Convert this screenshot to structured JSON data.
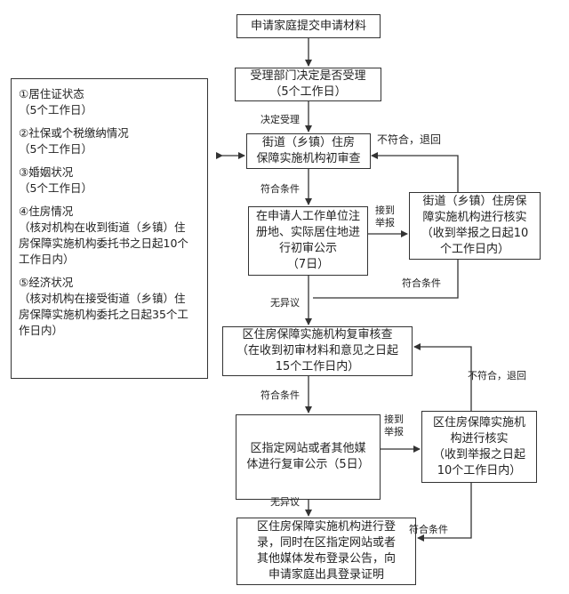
{
  "boxes": {
    "submit": "申请家庭提交申请材料",
    "accept": [
      "受理部门决定是否受理",
      "（5个工作日）"
    ],
    "street_review": [
      "街道（乡镇）住房",
      "保障实施机构初审查"
    ],
    "publicity1": [
      "在申请人工作单位注",
      "册地、实际居住地进",
      "行初审公示",
      "（7日）"
    ],
    "verify1": [
      "街道（乡镇）住房保",
      "障实施机构进行核实",
      "（收到举报之日起10",
      "个工作日内）"
    ],
    "district_review": [
      "区住房保障实施机构复审核查",
      "（在收到初审材料和意见之日起",
      "15个工作日内）"
    ],
    "publicity2": [
      "区指定网站或者其他媒",
      "体进行复审公示（5日）"
    ],
    "verify2": [
      "区住房保障实施机",
      "构进行核实",
      "（收到举报之日起",
      "10个工作日内）"
    ],
    "register": [
      "区住房保障实施机构进行登",
      "录，同时在区指定网站或者",
      "其他媒体发布登录公告，向",
      "申请家庭出具登录证明"
    ]
  },
  "labels": {
    "decide_accept": "决定受理",
    "not_match_1": "不符合，退回",
    "meets_1": "符合条件",
    "report_1": [
      "接到",
      "举报"
    ],
    "meets_2": "符合条件",
    "no_objection_1": "无异议",
    "meets_3": "符合条件",
    "not_match_2": "不符合，退回",
    "report_2": [
      "接到",
      "举报"
    ],
    "no_objection_2": "无异议",
    "meets_4": "符合条件"
  },
  "side_panel": [
    [
      "①居住证状态",
      "（5个工作日）"
    ],
    [
      "②社保或个税缴纳情况",
      "（5个工作日）"
    ],
    [
      "③婚姻状况",
      "（5个工作日）"
    ],
    [
      "④住房情况",
      "（核对机构在收到街道（乡镇）住",
      "房保障实施机构委托书之日起10个",
      "工作日内）"
    ],
    [
      "⑤经济状况",
      "（核对机构在接受街道（乡镇）住",
      "房保障实施机构委托之日起35个工",
      "作日内）"
    ]
  ]
}
